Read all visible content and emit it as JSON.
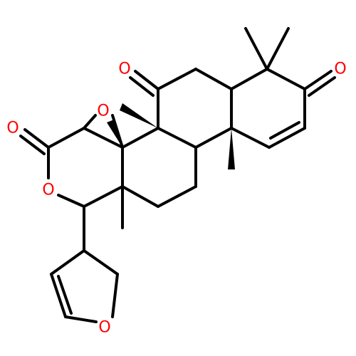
{
  "colors": {
    "bond": "#000000",
    "oxygen": "#ff0000",
    "background": "#ffffff"
  },
  "atoms": [
    {
      "id": "o_ketone_top",
      "label": "O"
    },
    {
      "id": "o_enone",
      "label": "O"
    },
    {
      "id": "o_epoxide",
      "label": "O"
    },
    {
      "id": "o_lactone_carbonyl",
      "label": "O"
    },
    {
      "id": "o_lactone_ring",
      "label": "O"
    },
    {
      "id": "o_furan",
      "label": "O"
    }
  ]
}
